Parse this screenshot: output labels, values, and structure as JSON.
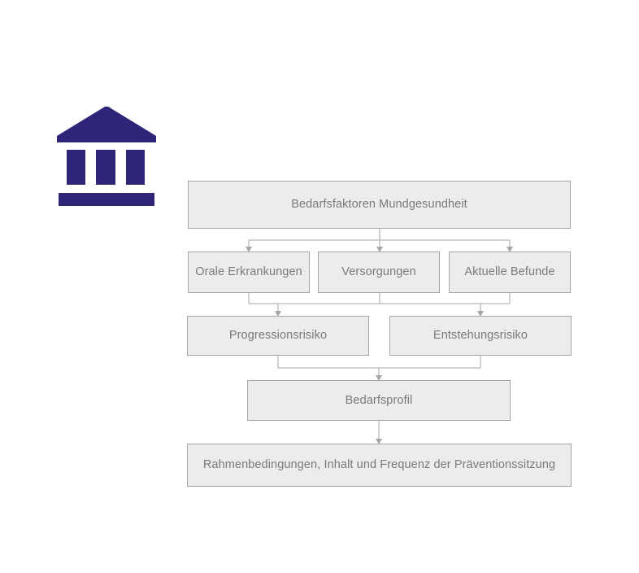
{
  "diagram": {
    "colors": {
      "background": "#ffffff",
      "box_fill": "#ececec",
      "box_border": "#a6a6a6",
      "text": "#7a7a7a",
      "connector": "#a6a6a6",
      "icon": "#2e2478"
    },
    "icon": {
      "name": "bank-icon",
      "description": "classical building with pediment, three columns and base"
    },
    "nodes": [
      {
        "id": "bedarfsfaktoren-mundgesundheit",
        "label": "Bedarfsfaktoren Mundgesundheit"
      },
      {
        "id": "orale-erkrankungen",
        "label": "Orale Erkrankungen"
      },
      {
        "id": "versorgungen",
        "label": "Versorgungen"
      },
      {
        "id": "aktuelle-befunde",
        "label": "Aktuelle Befunde"
      },
      {
        "id": "progressionsrisiko",
        "label": "Progressionsrisiko"
      },
      {
        "id": "entstehungsrisiko",
        "label": "Entstehungsrisiko"
      },
      {
        "id": "bedarfsprofil",
        "label": "Bedarfsprofil"
      },
      {
        "id": "rahmenbedingungen",
        "label": "Rahmenbedingungen, Inhalt und Frequenz der Präventionssitzung"
      }
    ],
    "edges": [
      {
        "from": [
          "bedarfsfaktoren-mundgesundheit"
        ],
        "to": [
          "orale-erkrankungen",
          "versorgungen",
          "aktuelle-befunde"
        ]
      },
      {
        "from": [
          "orale-erkrankungen",
          "versorgungen",
          "aktuelle-befunde"
        ],
        "to": [
          "progressionsrisiko",
          "entstehungsrisiko"
        ]
      },
      {
        "from": [
          "progressionsrisiko",
          "entstehungsrisiko"
        ],
        "to": [
          "bedarfsprofil"
        ]
      },
      {
        "from": [
          "bedarfsprofil"
        ],
        "to": [
          "rahmenbedingungen"
        ]
      }
    ]
  }
}
